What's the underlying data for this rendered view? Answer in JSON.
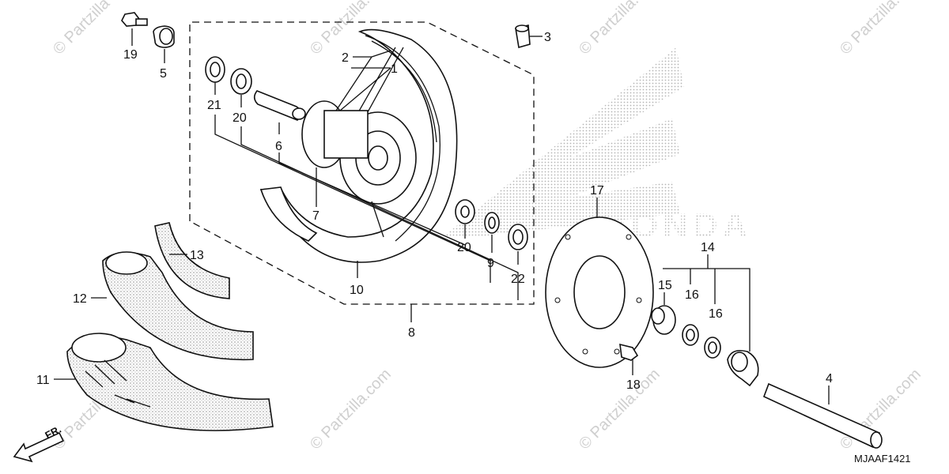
{
  "watermark": "© Partzilla.com",
  "corner_watermark": "© Partzilla",
  "diagram_code": "MJAAF1421",
  "direction_label": "FR.",
  "callouts": [
    {
      "id": "1",
      "label": "1"
    },
    {
      "id": "2",
      "label": "2"
    },
    {
      "id": "3",
      "label": "3"
    },
    {
      "id": "4",
      "label": "4"
    },
    {
      "id": "5",
      "label": "5"
    },
    {
      "id": "6",
      "label": "6"
    },
    {
      "id": "7",
      "label": "7"
    },
    {
      "id": "8",
      "label": "8"
    },
    {
      "id": "9",
      "label": "9"
    },
    {
      "id": "10",
      "label": "10"
    },
    {
      "id": "11",
      "label": "11"
    },
    {
      "id": "12",
      "label": "12"
    },
    {
      "id": "13",
      "label": "13"
    },
    {
      "id": "14",
      "label": "14"
    },
    {
      "id": "15",
      "label": "15"
    },
    {
      "id": "16a",
      "label": "16"
    },
    {
      "id": "16b",
      "label": "16"
    },
    {
      "id": "17",
      "label": "17"
    },
    {
      "id": "18",
      "label": "18"
    },
    {
      "id": "19",
      "label": "19"
    },
    {
      "id": "20a",
      "label": "20"
    },
    {
      "id": "20b",
      "label": "20"
    },
    {
      "id": "21",
      "label": "21"
    },
    {
      "id": "22",
      "label": "22"
    }
  ],
  "colors": {
    "ink": "#111111",
    "watermark": "#cfcfcf",
    "logo_dots": "#b5b5b5"
  }
}
